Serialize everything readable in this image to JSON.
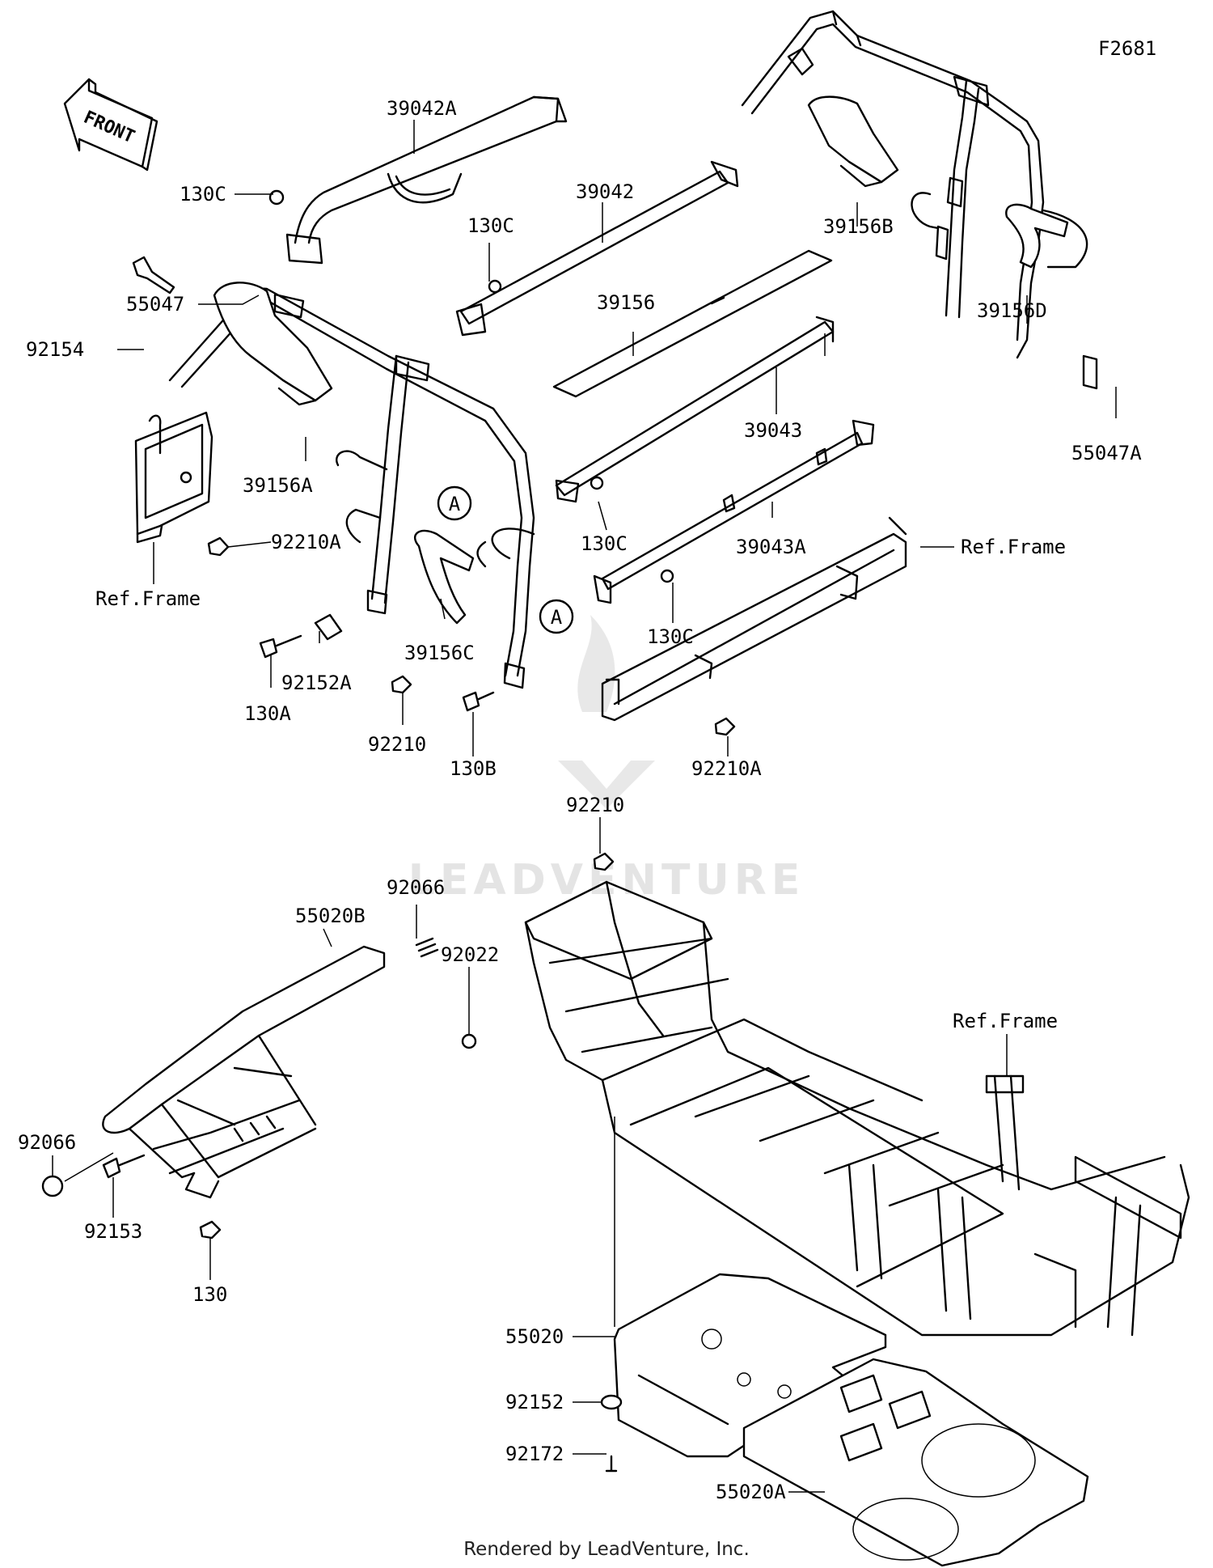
{
  "figure_code": "F2681",
  "front_label": "FRONT",
  "watermark": "LEADVENTURE",
  "footer": "Rendered by LeadVenture, Inc.",
  "callouts": {
    "A1": "A",
    "A2": "A"
  },
  "labels": {
    "p39042A": "39042A",
    "p130C_1": "130C",
    "p39042": "39042",
    "p130C_2": "130C",
    "p55047": "55047",
    "p92154": "92154",
    "p39156": "39156",
    "p39156A": "39156A",
    "p39043": "39043",
    "p130C_3": "130C",
    "p92210A_1": "92210A",
    "ref_frame_1": "Ref.Frame",
    "p39043A": "39043A",
    "ref_frame_2": "Ref.Frame",
    "p39156B": "39156B",
    "p39156D": "39156D",
    "p55047A": "55047A",
    "p130C_4": "130C",
    "p39156C": "39156C",
    "p92152A": "92152A",
    "p130A": "130A",
    "p92210": "92210",
    "p130B": "130B",
    "p92210A_2": "92210A",
    "p92210_2": "92210",
    "p92066_1": "92066",
    "p55020B": "55020B",
    "p92022": "92022",
    "ref_frame_3": "Ref.Frame",
    "p92066_2": "92066",
    "p92153": "92153",
    "p130": "130",
    "p55020": "55020",
    "p92152": "92152",
    "p92172": "92172",
    "p55020A": "55020A"
  }
}
